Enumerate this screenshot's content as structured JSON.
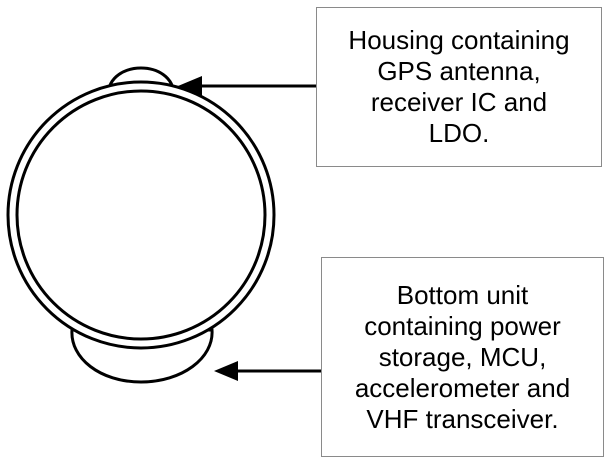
{
  "diagram": {
    "callouts": [
      {
        "id": "housing",
        "text": "Housing containing\nGPS antenna,\nreceiver IC and\nLDO."
      },
      {
        "id": "bottom-unit",
        "text": "Bottom unit\ncontaining power\nstorage, MCU,\naccelerometer and\nVHF transceiver."
      }
    ]
  }
}
